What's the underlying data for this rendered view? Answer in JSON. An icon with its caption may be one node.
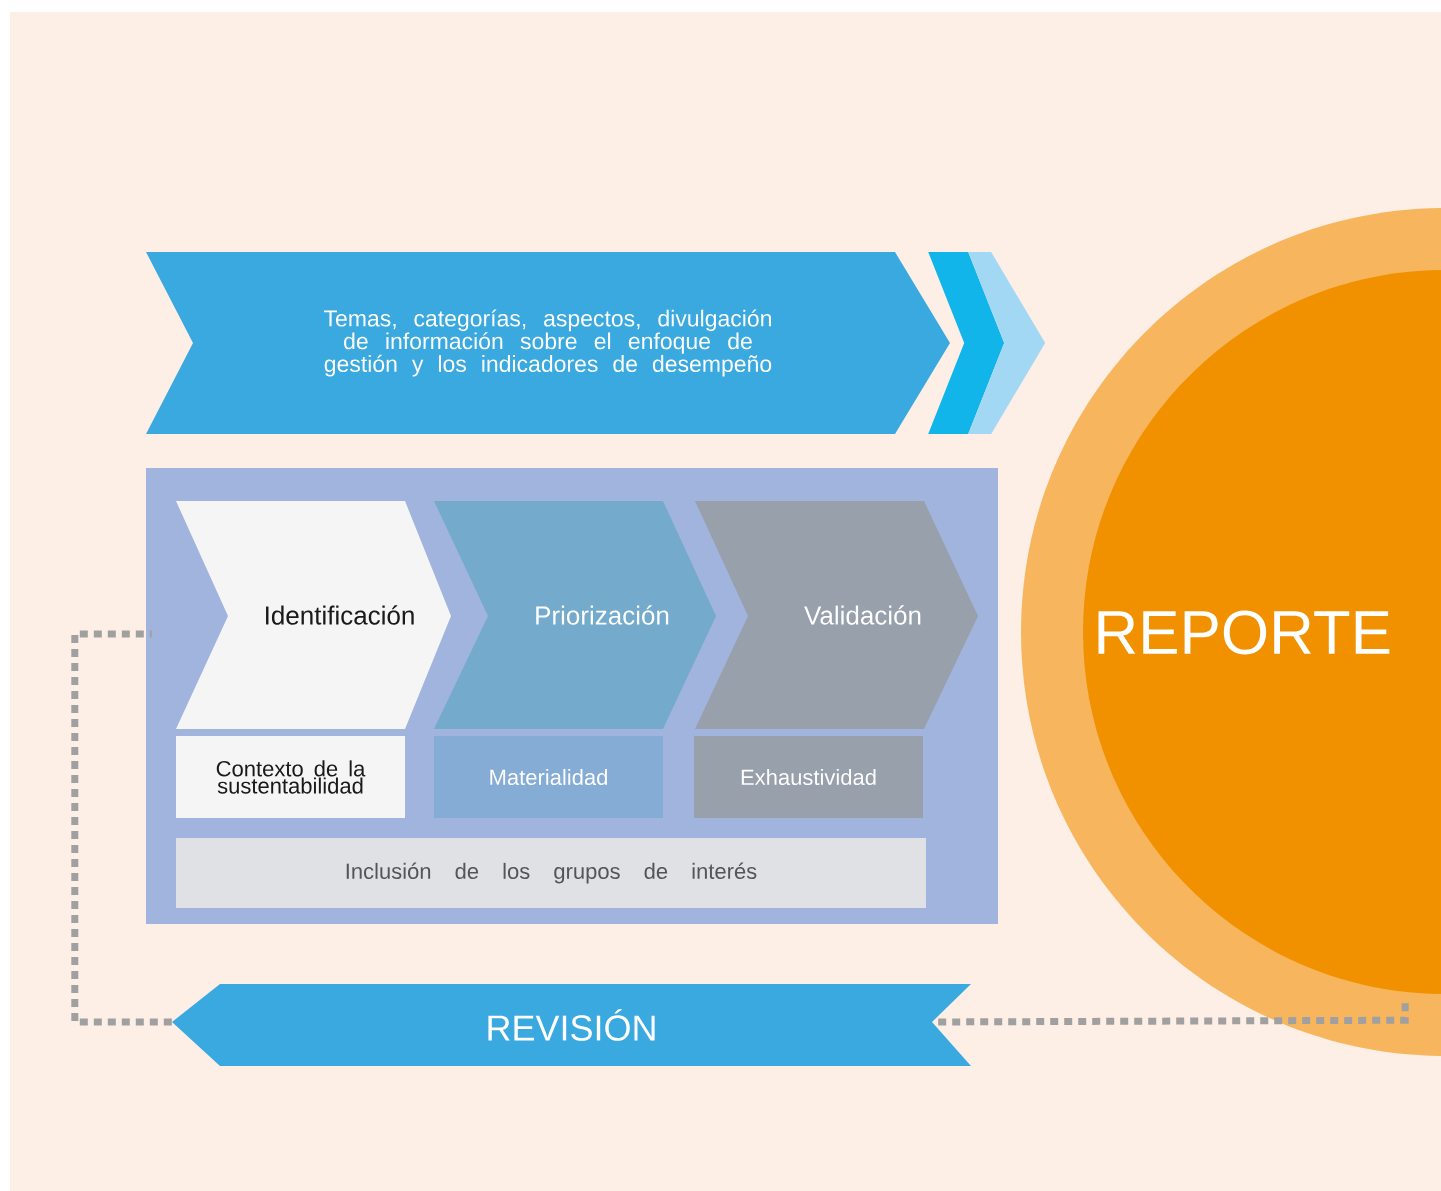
{
  "diagram": {
    "nodes": [
      {
        "text": [
          "Temas, categorías, aspectos, divulgación de información sobre el enfoque de gestión y los indicadores de desempeño"
        ]
      },
      {
        "text": [],
        "shape": "box"
      },
      {
        "text": [
          "Identificación"
        ],
        "in": 1
      },
      {
        "text": [
          "Priorización"
        ],
        "in": 1
      },
      {
        "text": [
          "Validación"
        ],
        "in": 1
      },
      {
        "text": [
          "Contexto de la sustentabilidad"
        ],
        "in": 1
      },
      {
        "text": [
          "Materialidad"
        ],
        "in": 1
      },
      {
        "text": [
          "Exhaustividad"
        ],
        "in": 1
      },
      {
        "text": [
          "Inclusión de los grupos de interés"
        ],
        "in": 1
      },
      {
        "text": [
          "REVISIÓN"
        ]
      },
      {
        "text": [
          "REPORTE"
        ]
      }
    ],
    "edges": [
      {
        "from": 0,
        "to": 10,
        "arrow": "to"
      },
      {
        "from": 10,
        "to": 9,
        "arrow": "none",
        "style": "dashed"
      },
      {
        "from": 9,
        "to": 1,
        "arrow": "none",
        "style": "dashed"
      }
    ]
  }
}
